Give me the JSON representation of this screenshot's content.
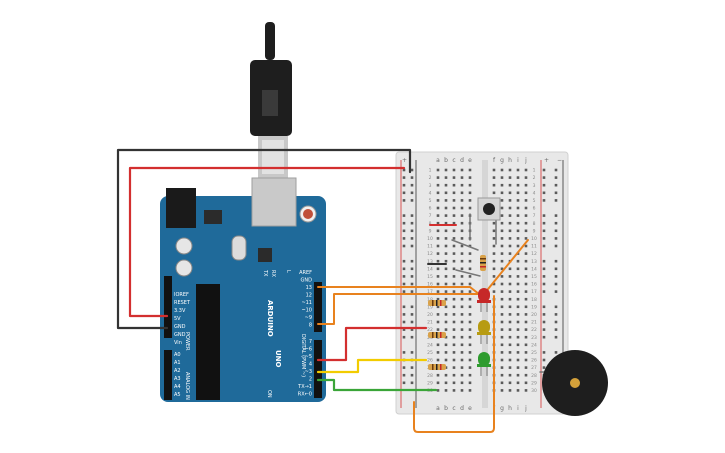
{
  "arduino": {
    "brand": "ARDUINO",
    "model": "UNO",
    "on_label": "ON",
    "tx_label": "TX",
    "rx_label": "RX",
    "l_label": "L",
    "power_header_title": "POWER",
    "analog_header_title": "ANALOG IN",
    "digital_header_title": "DIGITAL (PWM ~)",
    "power_pins": [
      "IOREF",
      "RESET",
      "3.3V",
      "5V",
      "GND",
      "GND",
      "Vin"
    ],
    "analog_pins": [
      "A0",
      "A1",
      "A2",
      "A3",
      "A4",
      "A5"
    ],
    "digital_top_pins": [
      "AREF",
      "GND",
      "13",
      "12",
      "~11",
      "~10",
      "~9",
      "8"
    ],
    "digital_bottom_pins": [
      "7",
      "~6",
      "~5",
      "4",
      "~3",
      "2",
      "TX→1",
      "RX←0"
    ]
  },
  "breadboard": {
    "column_letters_left": [
      "a",
      "b",
      "c",
      "d",
      "e"
    ],
    "column_letters_right": [
      "f",
      "g",
      "h",
      "i",
      "j"
    ],
    "rail_plus": "+",
    "rail_minus": "−",
    "row_count": 30
  },
  "components": {
    "leds": [
      {
        "name": "red-led",
        "color": "#c62828"
      },
      {
        "name": "yellow-led",
        "color": "#b79b12"
      },
      {
        "name": "green-led",
        "color": "#2e9b2e"
      }
    ],
    "resistor_body_color": "#d9a24a",
    "buzzer_color": "#1e1e1e",
    "button_cap_color": "#222222"
  },
  "wires": {
    "red": "#d32f2f",
    "black": "#333333",
    "orange": "#e8821e",
    "yellow": "#f2cc00",
    "green": "#3aa538"
  },
  "board_color": "#1f6a9a"
}
